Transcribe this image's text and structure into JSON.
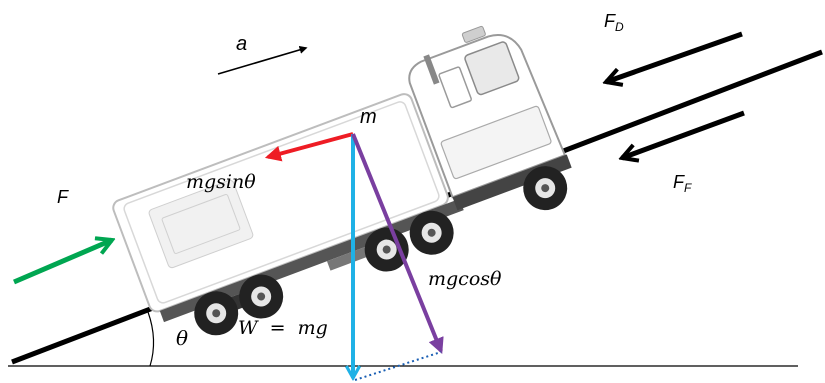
{
  "labels": {
    "accel": "a",
    "drag_main": "F",
    "drag_sub": "D",
    "friction_main": "F",
    "friction_sub": "F",
    "push": "F",
    "mass": "m",
    "sin_component": "mgsinθ",
    "cos_component": "mgcosθ",
    "weight": "W  =  mg",
    "angle": "θ"
  },
  "colors": {
    "push_arrow": "#00a651",
    "sin_arrow": "#ee1c24",
    "weight_arrow": "#1fb1e6",
    "cos_arrow": "#7a3fa0",
    "dotted_line": "#1a5fb4",
    "black": "#000000"
  },
  "icons": {
    "vehicle": "truck-icon"
  }
}
